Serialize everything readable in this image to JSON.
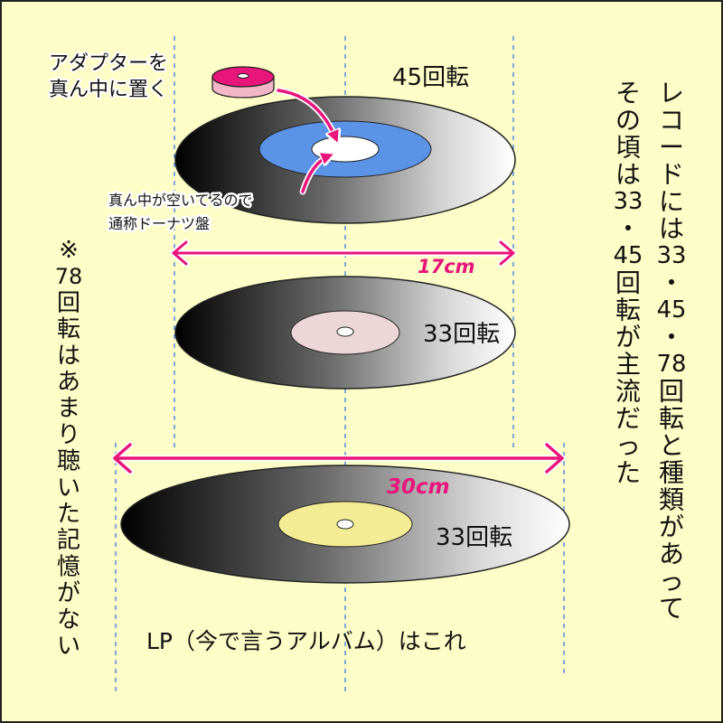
{
  "colors": {
    "background": "#fdfdc8",
    "frame": "#222222",
    "guide": "#3b7be0",
    "accent_pink": "#e8157a",
    "label_45": "#5b93e6",
    "label_33_small": "#ecd6d8",
    "label_33_lp": "#f4ec94",
    "adapter_top": "#e8157a",
    "adapter_side": "#f3b6c8"
  },
  "adapter_note": {
    "line1": "アダプターを",
    "line2": "真ん中に置く"
  },
  "hole_note": {
    "line1": "真ん中が空いてるので",
    "line2": "通称ドーナツ盤"
  },
  "records": {
    "ep45": {
      "label": "45回転"
    },
    "ep33": {
      "label": "33回転"
    },
    "lp33": {
      "label": "33回転"
    }
  },
  "dimensions": {
    "small": "17cm",
    "large": "30cm"
  },
  "lp_note": "LP（今で言うアルバム）はこれ",
  "right_note": {
    "col1": [
      "レ",
      "コ",
      "ー",
      "ド",
      "に",
      "は",
      "33",
      "・",
      "45",
      "・",
      "78",
      "回",
      "転",
      "と",
      "種",
      "類",
      "が",
      "あ",
      "っ",
      "て"
    ],
    "col2": [
      "そ",
      "の",
      "頃",
      "は",
      "33",
      "・",
      "45",
      "回",
      "転",
      "が",
      "主",
      "流",
      "だ",
      "っ",
      "た"
    ]
  },
  "left_note": {
    "col": [
      "※",
      "78",
      "回",
      "転",
      "は",
      "あ",
      "ま",
      "り",
      "聴",
      "い",
      "た",
      "記",
      "憶",
      "が",
      "な",
      "い"
    ]
  }
}
